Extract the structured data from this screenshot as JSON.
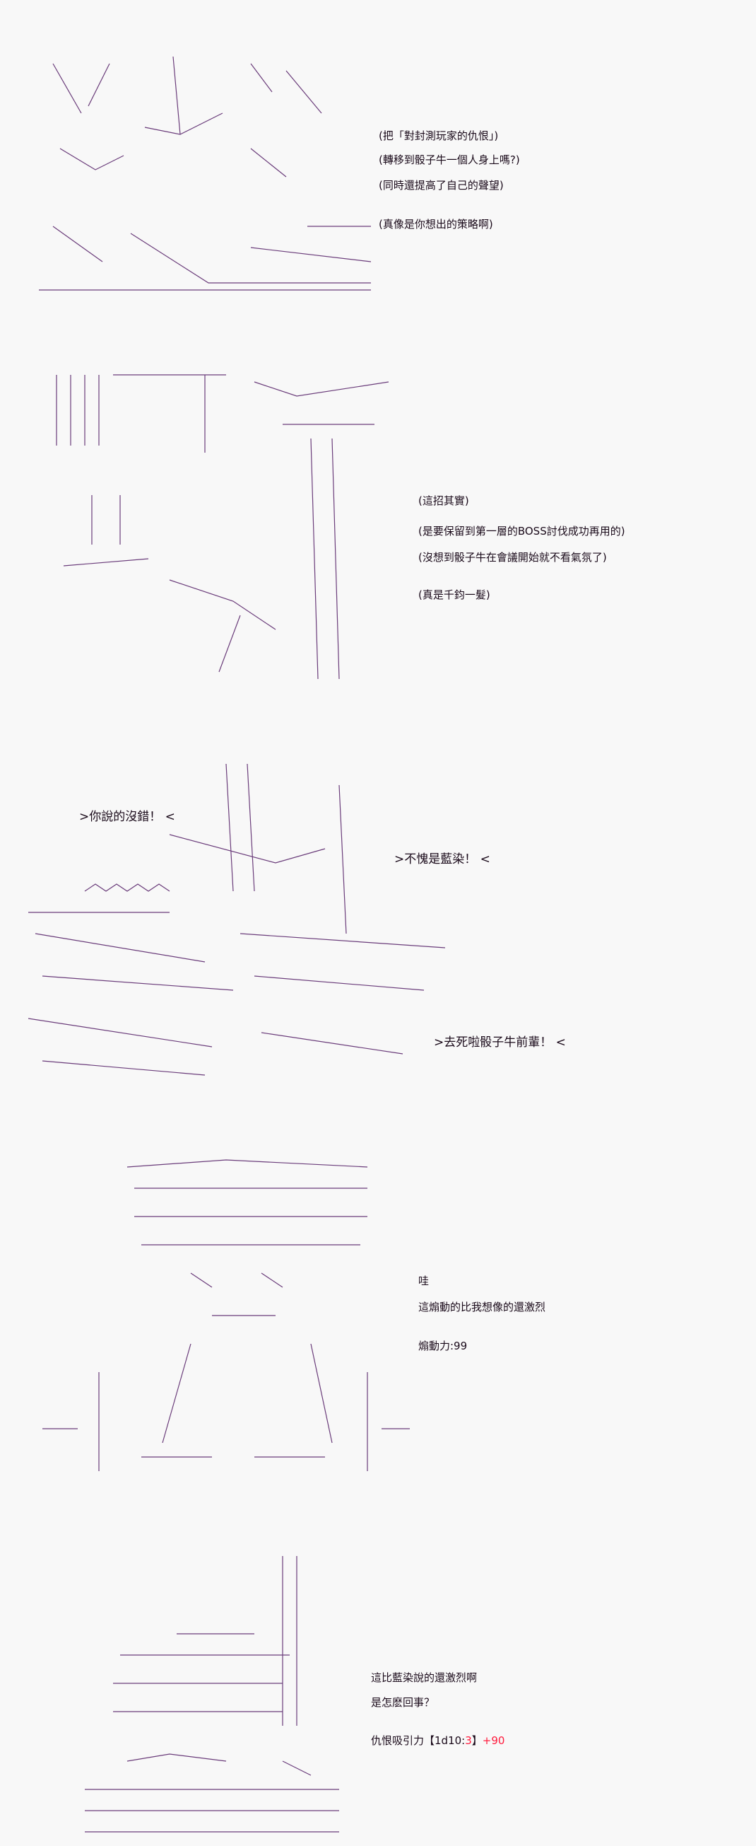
{
  "panel1": {
    "lines": [
      "(把「對封測玩家的仇恨」)",
      "(轉移到骰子牛一個人身上嗎?)",
      "(同時還提高了自己的聲望)",
      "(真像是你想出的策略啊)"
    ]
  },
  "panel2": {
    "lines": [
      "(這招其實)",
      "(是要保留到第一層的BOSS討伐成功再用的)",
      "(沒想到骰子牛在會議開始就不看氣氛了)",
      "(真是千鈞一髮)"
    ]
  },
  "panel3": {
    "bubble_left": ">你說的沒錯！ <",
    "bubble_right": ">不愧是藍染！ <",
    "bubble_bottom": ">去死啦骰子牛前輩！ <"
  },
  "panel4": {
    "lines": [
      "哇",
      "這煽動的比我想像的還激烈",
      "煽動力:99"
    ]
  },
  "panel5": {
    "lines": [
      "這比藍染說的還激烈啊",
      "是怎麽回事？"
    ],
    "roll": {
      "prefix": "仇恨吸引力【1d10:",
      "result": "3",
      "suffix": "】",
      "bonus": "+90"
    }
  },
  "colors": {
    "text": "#1a0a1a",
    "art": "#6a3c7a",
    "roll": "#ff1a3c",
    "background": "#f8f8f8"
  }
}
